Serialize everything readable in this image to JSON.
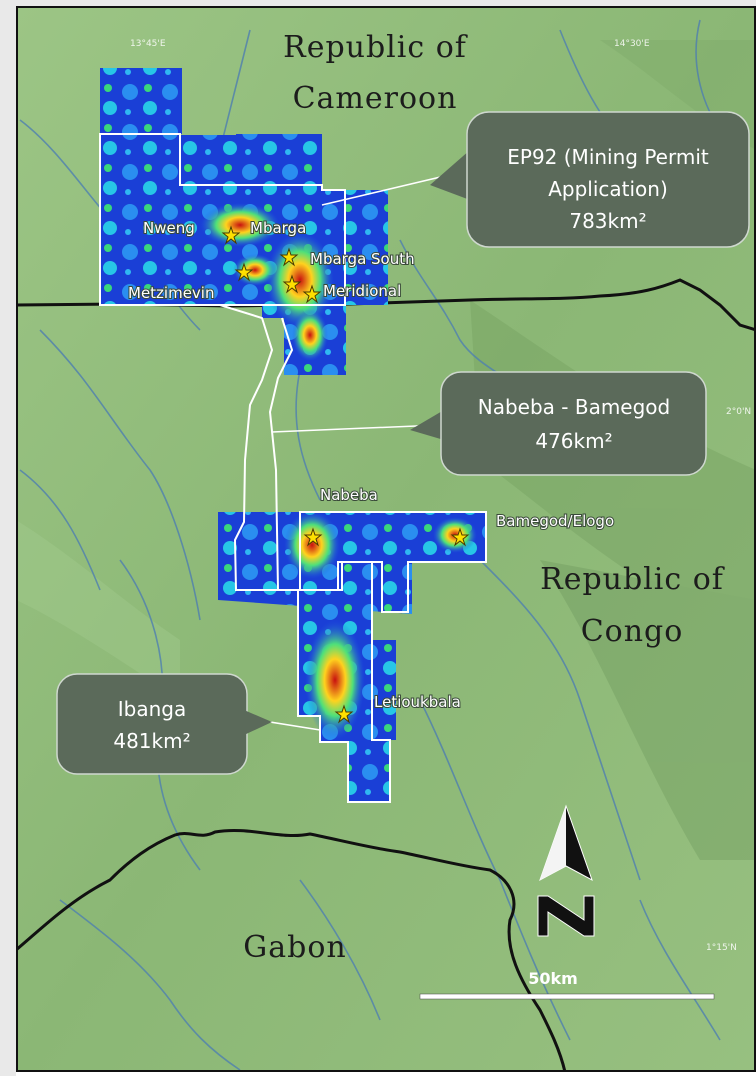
{
  "map": {
    "countries": {
      "cameroon": [
        "Republic of",
        "Cameroon"
      ],
      "congo": [
        "Republic of",
        "Congo"
      ],
      "gabon": "Gabon"
    },
    "coordinates": {
      "top_left": "13°45'E",
      "top_right": "14°30'E",
      "right_mid": "2°0'N",
      "bottom_right": "1°15'N"
    },
    "callouts": {
      "ep92": [
        "EP92 (Mining Permit",
        "Application)",
        "783km²"
      ],
      "nabeba_bamegod": [
        "Nabeba - Bamegod",
        "476km²"
      ],
      "ibanga": [
        "Ibanga",
        "481km²"
      ]
    },
    "sites": {
      "nweng": "Nweng",
      "mbarga": "Mbarga",
      "mbarga_south": "Mbarga South",
      "metzimevin": "Metzimevin",
      "meridional": "Meridional",
      "nabeba": "Nabeba",
      "bamegod_elogo": "Bamegod/Elogo",
      "letioukbala": "Letioukbala"
    },
    "scale_bar": "50km",
    "north_arrow": "N",
    "colors": {
      "terrain": "#8fb97a",
      "callout_fill": "#5b6a5a",
      "border_line": "#111111",
      "river": "#4f7fb0",
      "permit_outline": "#ffffff",
      "star": "#ffe000"
    }
  }
}
